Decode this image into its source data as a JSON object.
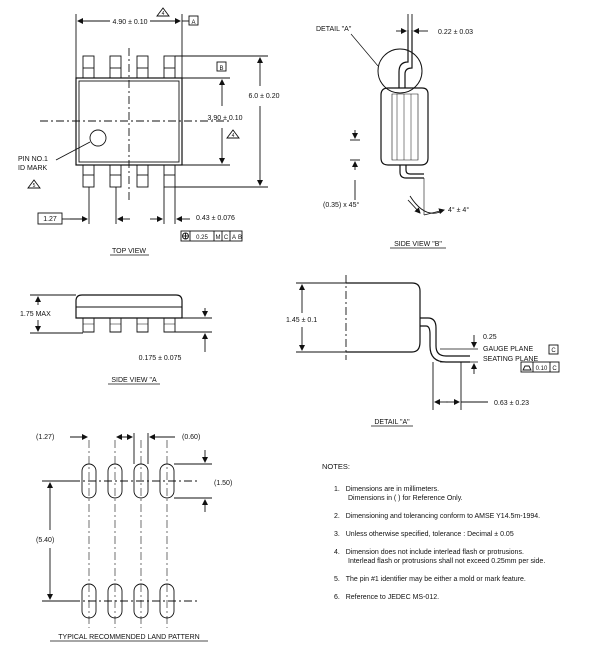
{
  "top_view": {
    "title": "TOP VIEW",
    "dim_body_length": "4.90 ± 0.10",
    "dim_body_width": "3.90 ± 0.10",
    "dim_overall_width": "6.0 ± 0.20",
    "dim_pitch": "1.27",
    "dim_lead_width": "0.43 ± 0.076",
    "pin1_label_line1": "PIN NO.1",
    "pin1_label_line2": "ID MARK",
    "datum_a": "A",
    "datum_b": "B",
    "note_flag_4": "4",
    "note_flag_5": "5",
    "fcf_value": "0.25",
    "fcf_m": "M",
    "fcf_c": "C",
    "fcf_a": "A",
    "fcf_b": "B"
  },
  "side_view_b": {
    "title": "SIDE VIEW \"B\"",
    "detail_label": "DETAIL \"A\"",
    "dim_lead_thickness": "0.22 ± 0.03",
    "dim_chamfer": "(0.35) x 45°",
    "dim_angle": "4° ± 4°"
  },
  "side_view_a": {
    "title": "SIDE VIEW \"A",
    "dim_max_height": "1.75 MAX",
    "dim_standoff": "0.175 ± 0.075"
  },
  "detail_a": {
    "title": "DETAIL \"A\"",
    "dim_height": "1.45 ± 0.1",
    "dim_gauge": "0.25",
    "gauge_plane": "GAUGE PLANE",
    "seating_plane": "SEATING PLANE",
    "datum_c": "C",
    "fcf_value": "0.10",
    "fcf_c": "C",
    "dim_foot": "0.63 ± 0.23"
  },
  "land_pattern": {
    "title": "TYPICAL RECOMMENDED LAND PATTERN",
    "dim_pitch": "(1.27)",
    "dim_pad_width": "(0.60)",
    "dim_pad_length": "(1.50)",
    "dim_span": "(5.40)"
  },
  "notes": {
    "header": "NOTES:",
    "items": [
      {
        "num": "1.",
        "line1": "Dimensions are in millimeters.",
        "line2": "Dimensions in  (    )  for Reference Only."
      },
      {
        "num": "2.",
        "line1": "Dimensioning and tolerancing conform to AMSE Y14.5m-1994.",
        "line2": ""
      },
      {
        "num": "3.",
        "line1": "Unless otherwise specified, tolerance :  Decimal ± 0.05",
        "line2": ""
      },
      {
        "num": "4.",
        "line1": "Dimension does not include interlead flash or protrusions.",
        "line2": "Interlead flash or protrusions shall not exceed 0.25mm per side."
      },
      {
        "num": "5.",
        "line1": "The pin #1 identifier may be either a mold or mark feature.",
        "line2": ""
      },
      {
        "num": "6.",
        "line1": "Reference to JEDEC MS-012.",
        "line2": ""
      }
    ]
  }
}
